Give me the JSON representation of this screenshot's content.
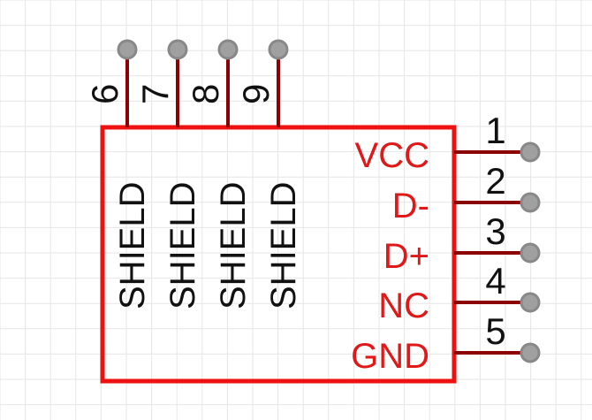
{
  "colors": {
    "body_outline": "#ee1111",
    "pin_line": "#8b0000",
    "pin_end_fill": "#a0a0a0",
    "pin_end_stroke": "#888888",
    "label_red": "#e01818",
    "text_dark": "#111111",
    "grid": "#e6e6e6"
  },
  "right_pins": [
    {
      "number": "1",
      "label": "VCC"
    },
    {
      "number": "2",
      "label": "D-"
    },
    {
      "number": "3",
      "label": "D+"
    },
    {
      "number": "4",
      "label": "NC"
    },
    {
      "number": "5",
      "label": "GND"
    }
  ],
  "top_pins": [
    {
      "number": "6",
      "label": "SHIELD"
    },
    {
      "number": "7",
      "label": "SHIELD"
    },
    {
      "number": "8",
      "label": "SHIELD"
    },
    {
      "number": "9",
      "label": "SHIELD"
    }
  ]
}
